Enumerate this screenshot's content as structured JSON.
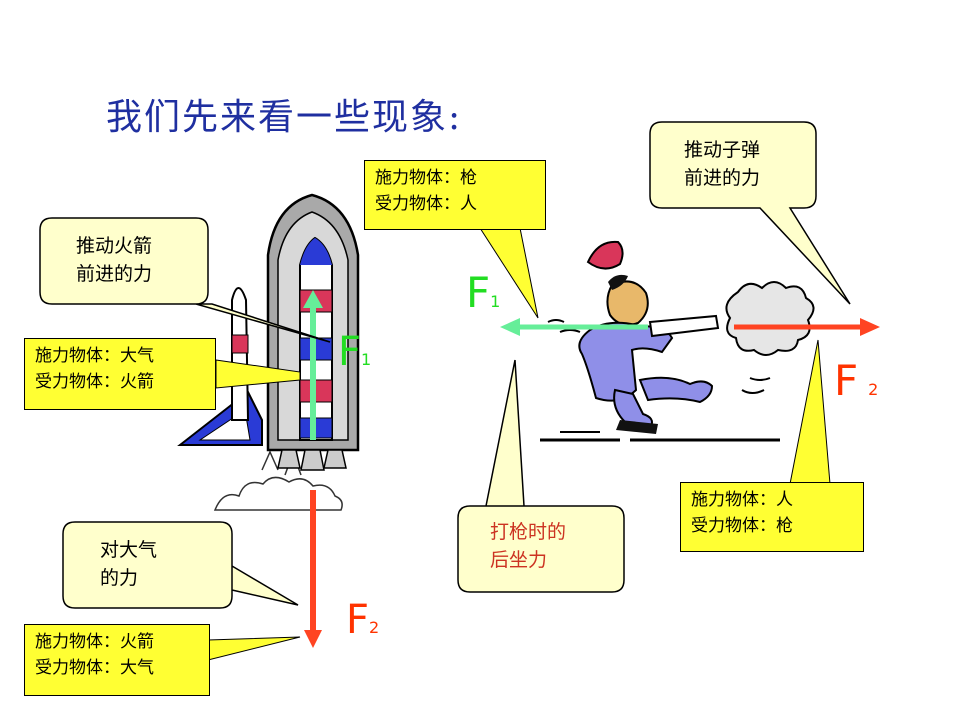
{
  "title": "我们先来看一些现象:",
  "rocket": {
    "callout_push": [
      "推动火箭",
      "前进的力"
    ],
    "box_f1": [
      "施力物体：大气",
      "受力物体：火箭"
    ],
    "callout_air": [
      "对大气",
      "的力"
    ],
    "box_f2": [
      "施力物体：火箭",
      "受力物体：大气"
    ],
    "f1": {
      "letter": "F",
      "sub": "1"
    },
    "f2": {
      "letter": "F",
      "sub": "2"
    }
  },
  "gun": {
    "box_f1": [
      "施力物体：枪",
      "受力物体：人"
    ],
    "callout_bullet": [
      "推动子弹",
      "前进的力"
    ],
    "callout_recoil": [
      "打枪时的",
      "后坐力"
    ],
    "box_f2": [
      "施力物体：人",
      "受力物体：枪"
    ],
    "f1": {
      "letter": "F",
      "sub": "1"
    },
    "f2": {
      "letter": "F",
      "sub": "2"
    }
  },
  "colors": {
    "title": "#1f2fa0",
    "box_fill": "#ffff33",
    "callout_fill": "#ffffcc",
    "green_arrow": "#66ee99",
    "red_arrow": "#ff4422",
    "green_text": "#22dd22",
    "red_text": "#ff3300"
  }
}
